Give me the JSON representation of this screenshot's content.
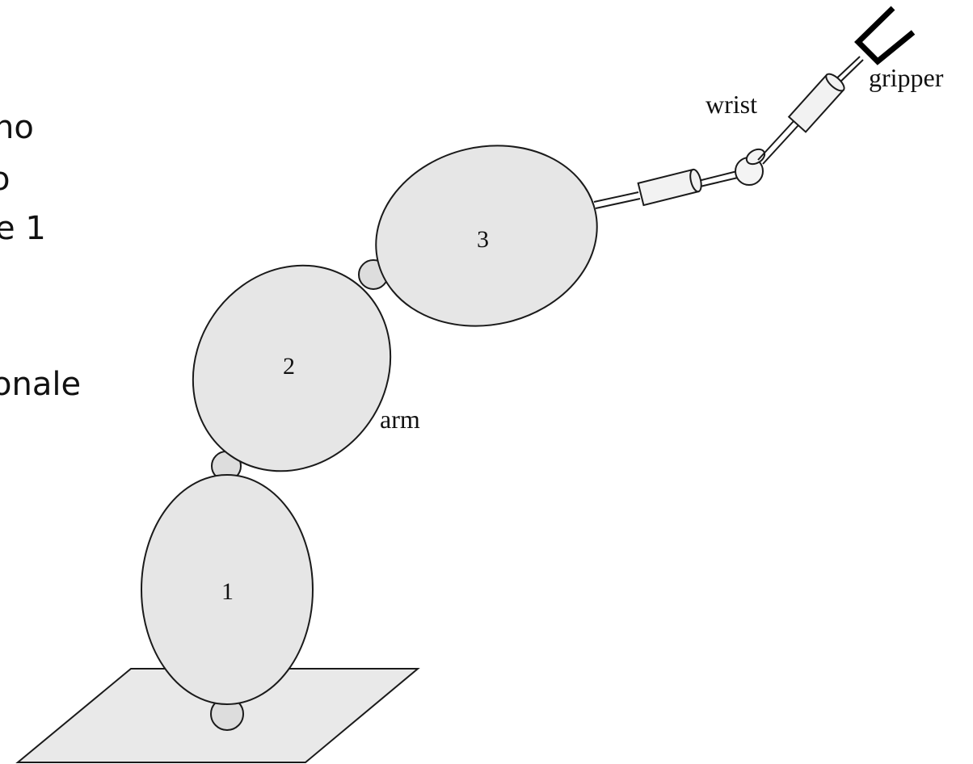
{
  "text_lines": [
    "no",
    "o",
    "e 1",
    "onale"
  ],
  "diagram": {
    "links": [
      {
        "label": "1"
      },
      {
        "label": "2"
      },
      {
        "label": "3"
      }
    ],
    "arm_label": "arm",
    "wrist_label": "wrist",
    "gripper_label": "gripper"
  },
  "colors": {
    "link_fill": "#e6e6e6",
    "stroke": "#1a1a1a",
    "base_fill": "#e9e9e9"
  }
}
